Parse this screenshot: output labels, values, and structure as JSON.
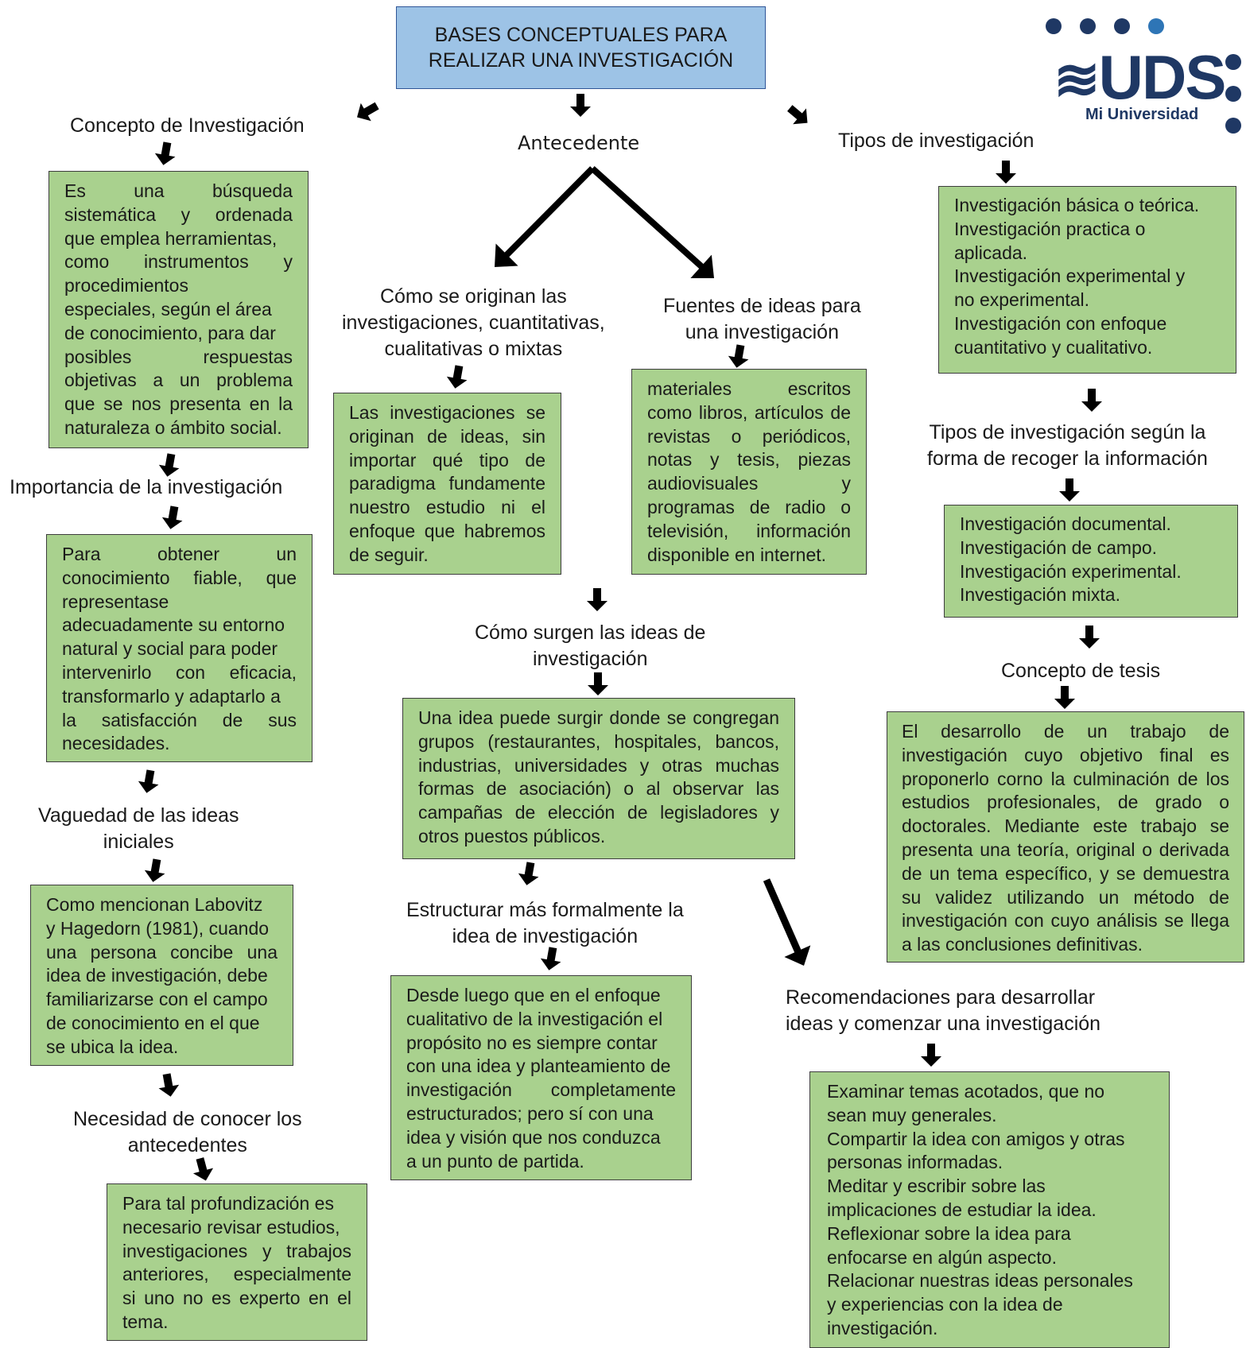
{
  "title": {
    "lines": [
      "BASES CONCEPTUALES PARA",
      "REALIZAR UNA INVESTIGACIÓN"
    ]
  },
  "logo": {
    "text": "UDS",
    "tagline": "Mi Universidad",
    "color": "#1f3864"
  },
  "colors": {
    "node_fill": "#a9d18e",
    "title_fill": "#9dc3e6",
    "arrow": "#000000"
  },
  "left": {
    "concepto": {
      "heading": "Concepto de Investigación",
      "lines": [
        "Es una búsqueda",
        "sistemática y ordenada",
        "que emplea herramientas,",
        "como instrumentos y",
        "procedimientos",
        "especiales, según el área",
        "de conocimiento, para dar",
        "posibles respuestas",
        "objetivas a un problema",
        "que se nos presenta en la",
        "naturaleza o ámbito social."
      ]
    },
    "importancia": {
      "heading": "Importancia de la investigación",
      "lines": [
        "Para obtener un",
        "conocimiento fiable, que",
        "representase",
        "adecuadamente su entorno",
        "natural y social para poder",
        "intervenirlo con eficacia,",
        "transformarlo y adaptarlo a",
        "la satisfacción de sus",
        "necesidades."
      ]
    },
    "vaguedad": {
      "heading": [
        "Vaguedad de las ideas",
        "iniciales"
      ],
      "lines": [
        "Como mencionan Labovitz",
        "y Hagedorn (1981), cuando",
        "una persona concibe una",
        "idea de investigación, debe",
        "familiarizarse con el campo",
        "de conocimiento en el que",
        "se ubica la idea."
      ]
    },
    "necesidad": {
      "heading": [
        "Necesidad de conocer los",
        "antecedentes"
      ],
      "lines": [
        "Para tal profundización es",
        "necesario revisar estudios,",
        "investigaciones y trabajos",
        "anteriores, especialmente",
        "si uno no es experto en el",
        "tema."
      ]
    }
  },
  "center": {
    "antecedente": "Antecedente",
    "origen": {
      "heading": [
        "Cómo se originan las",
        "investigaciones, cuantitativas,",
        "cualitativas o mixtas"
      ],
      "lines": [
        "Las investigaciones se",
        "originan de ideas, sin",
        "importar qué tipo de",
        "paradigma fundamente",
        "nuestro estudio ni el",
        "enfoque que habremos",
        "de seguir."
      ]
    },
    "fuentes": {
      "heading": [
        "Fuentes de ideas para",
        "una investigación"
      ],
      "lines": [
        "materiales escritos",
        "como libros, artículos de",
        "revistas o periódicos,",
        "notas y tesis, piezas",
        "audiovisuales y",
        "programas de radio o",
        "televisión, información",
        "disponible en internet."
      ]
    },
    "surgen": {
      "heading": [
        "Cómo surgen las ideas de",
        "investigación"
      ],
      "lines": [
        "Una idea puede surgir donde se congregan",
        "grupos (restaurantes, hospitales, bancos,",
        "industrias, universidades y otras muchas",
        "formas de asociación) o al observar las",
        "campañas de elección de legisladores y",
        "otros puestos públicos."
      ]
    },
    "estructurar": {
      "heading": [
        "Estructurar más formalmente la",
        "idea de investigación"
      ],
      "lines": [
        "Desde luego que en el enfoque",
        "cualitativo de la investigación el",
        "propósito no es siempre contar",
        "con una idea y planteamiento de",
        "investigación completamente",
        "estructurados; pero sí con una",
        "idea y visión que nos conduzca",
        "a un punto de partida."
      ]
    },
    "recomendaciones": {
      "heading": [
        "Recomendaciones para desarrollar",
        "ideas y comenzar una investigación"
      ],
      "lines": [
        "Examinar temas acotados, que no",
        "sean muy generales.",
        "Compartir la idea con amigos y otras",
        "personas informadas.",
        "Meditar y escribir sobre las",
        "implicaciones de estudiar la idea.",
        "Reflexionar sobre la idea para",
        "enfocarse en algún aspecto.",
        "Relacionar nuestras ideas personales",
        "y experiencias con la idea de",
        "investigación."
      ]
    }
  },
  "right": {
    "tipos": {
      "heading": "Tipos de investigación",
      "lines": [
        "Investigación básica o teórica.",
        "Investigación practica o",
        "aplicada.",
        "Investigación experimental y",
        "no experimental.",
        "Investigación con enfoque",
        "cuantitativo y cualitativo."
      ]
    },
    "tipos_forma": {
      "heading": [
        "Tipos de investigación según la",
        "forma de recoger la información"
      ],
      "lines": [
        "Investigación documental.",
        "Investigación de campo.",
        "Investigación experimental.",
        "Investigación mixta."
      ]
    },
    "tesis": {
      "heading": "Concepto de tesis",
      "lines": [
        "El desarrollo de un trabajo de",
        "investigación cuyo objetivo final es",
        "proponerlo corno la culminación de los",
        "estudios profesionales, de grado o",
        "doctorales. Mediante este trabajo se",
        "presenta una teoría, original o derivada",
        "de un tema específico, y se demuestra",
        "su validez utilizando un método de",
        "investigación con cuyo análisis se llega",
        "a las conclusiones definitivas."
      ]
    }
  }
}
